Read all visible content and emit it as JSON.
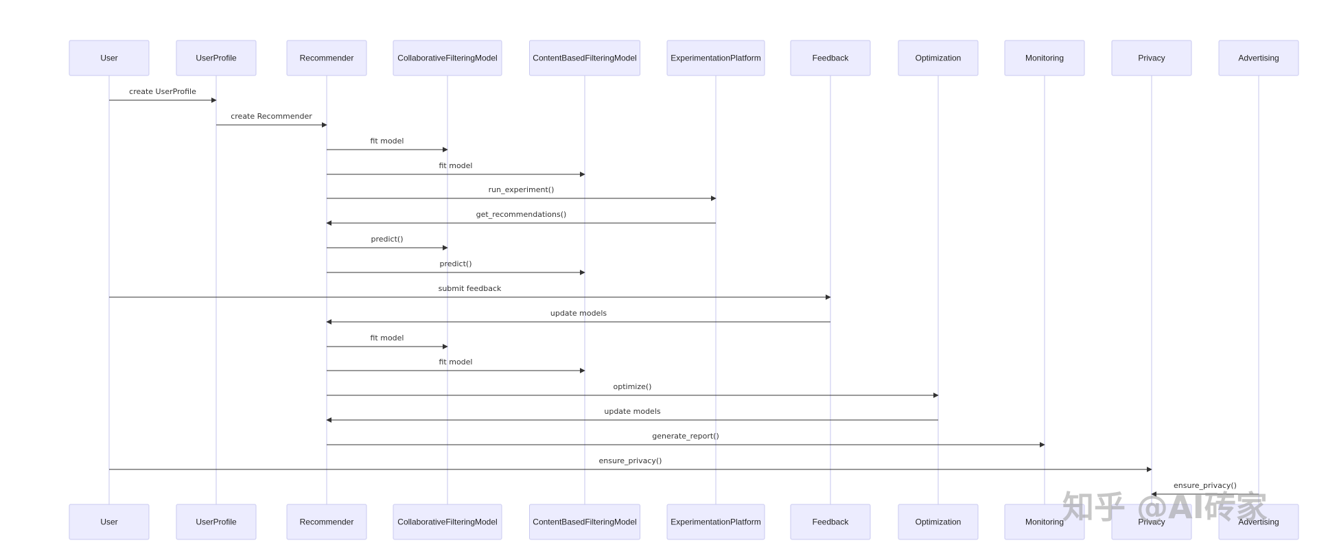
{
  "participants": [
    {
      "id": "user",
      "label": "User"
    },
    {
      "id": "userprofile",
      "label": "UserProfile"
    },
    {
      "id": "recommender",
      "label": "Recommender"
    },
    {
      "id": "cfmodel",
      "label": "CollaborativeFilteringModel"
    },
    {
      "id": "cbmodel",
      "label": "ContentBasedFilteringModel"
    },
    {
      "id": "exp",
      "label": "ExperimentationPlatform"
    },
    {
      "id": "feedback",
      "label": "Feedback"
    },
    {
      "id": "optimization",
      "label": "Optimization"
    },
    {
      "id": "monitoring",
      "label": "Monitoring"
    },
    {
      "id": "privacy",
      "label": "Privacy"
    },
    {
      "id": "advertising",
      "label": "Advertising"
    }
  ],
  "messages": [
    {
      "from": "user",
      "to": "userprofile",
      "label": "create UserProfile"
    },
    {
      "from": "userprofile",
      "to": "recommender",
      "label": "create Recommender"
    },
    {
      "from": "recommender",
      "to": "cfmodel",
      "label": "fit model"
    },
    {
      "from": "recommender",
      "to": "cbmodel",
      "label": "fit model"
    },
    {
      "from": "recommender",
      "to": "exp",
      "label": "run_experiment()"
    },
    {
      "from": "exp",
      "to": "recommender",
      "label": "get_recommendations()"
    },
    {
      "from": "recommender",
      "to": "cfmodel",
      "label": "predict()"
    },
    {
      "from": "recommender",
      "to": "cbmodel",
      "label": "predict()"
    },
    {
      "from": "user",
      "to": "feedback",
      "label": "submit feedback"
    },
    {
      "from": "feedback",
      "to": "recommender",
      "label": "update models"
    },
    {
      "from": "recommender",
      "to": "cfmodel",
      "label": "fit model"
    },
    {
      "from": "recommender",
      "to": "cbmodel",
      "label": "fit model"
    },
    {
      "from": "recommender",
      "to": "optimization",
      "label": "optimize()"
    },
    {
      "from": "optimization",
      "to": "recommender",
      "label": "update models"
    },
    {
      "from": "recommender",
      "to": "monitoring",
      "label": "generate_report()"
    },
    {
      "from": "user",
      "to": "privacy",
      "label": "ensure_privacy()"
    },
    {
      "from": "advertising",
      "to": "privacy",
      "label": "ensure_privacy()"
    }
  ],
  "watermark": "知乎 @AI砖家"
}
